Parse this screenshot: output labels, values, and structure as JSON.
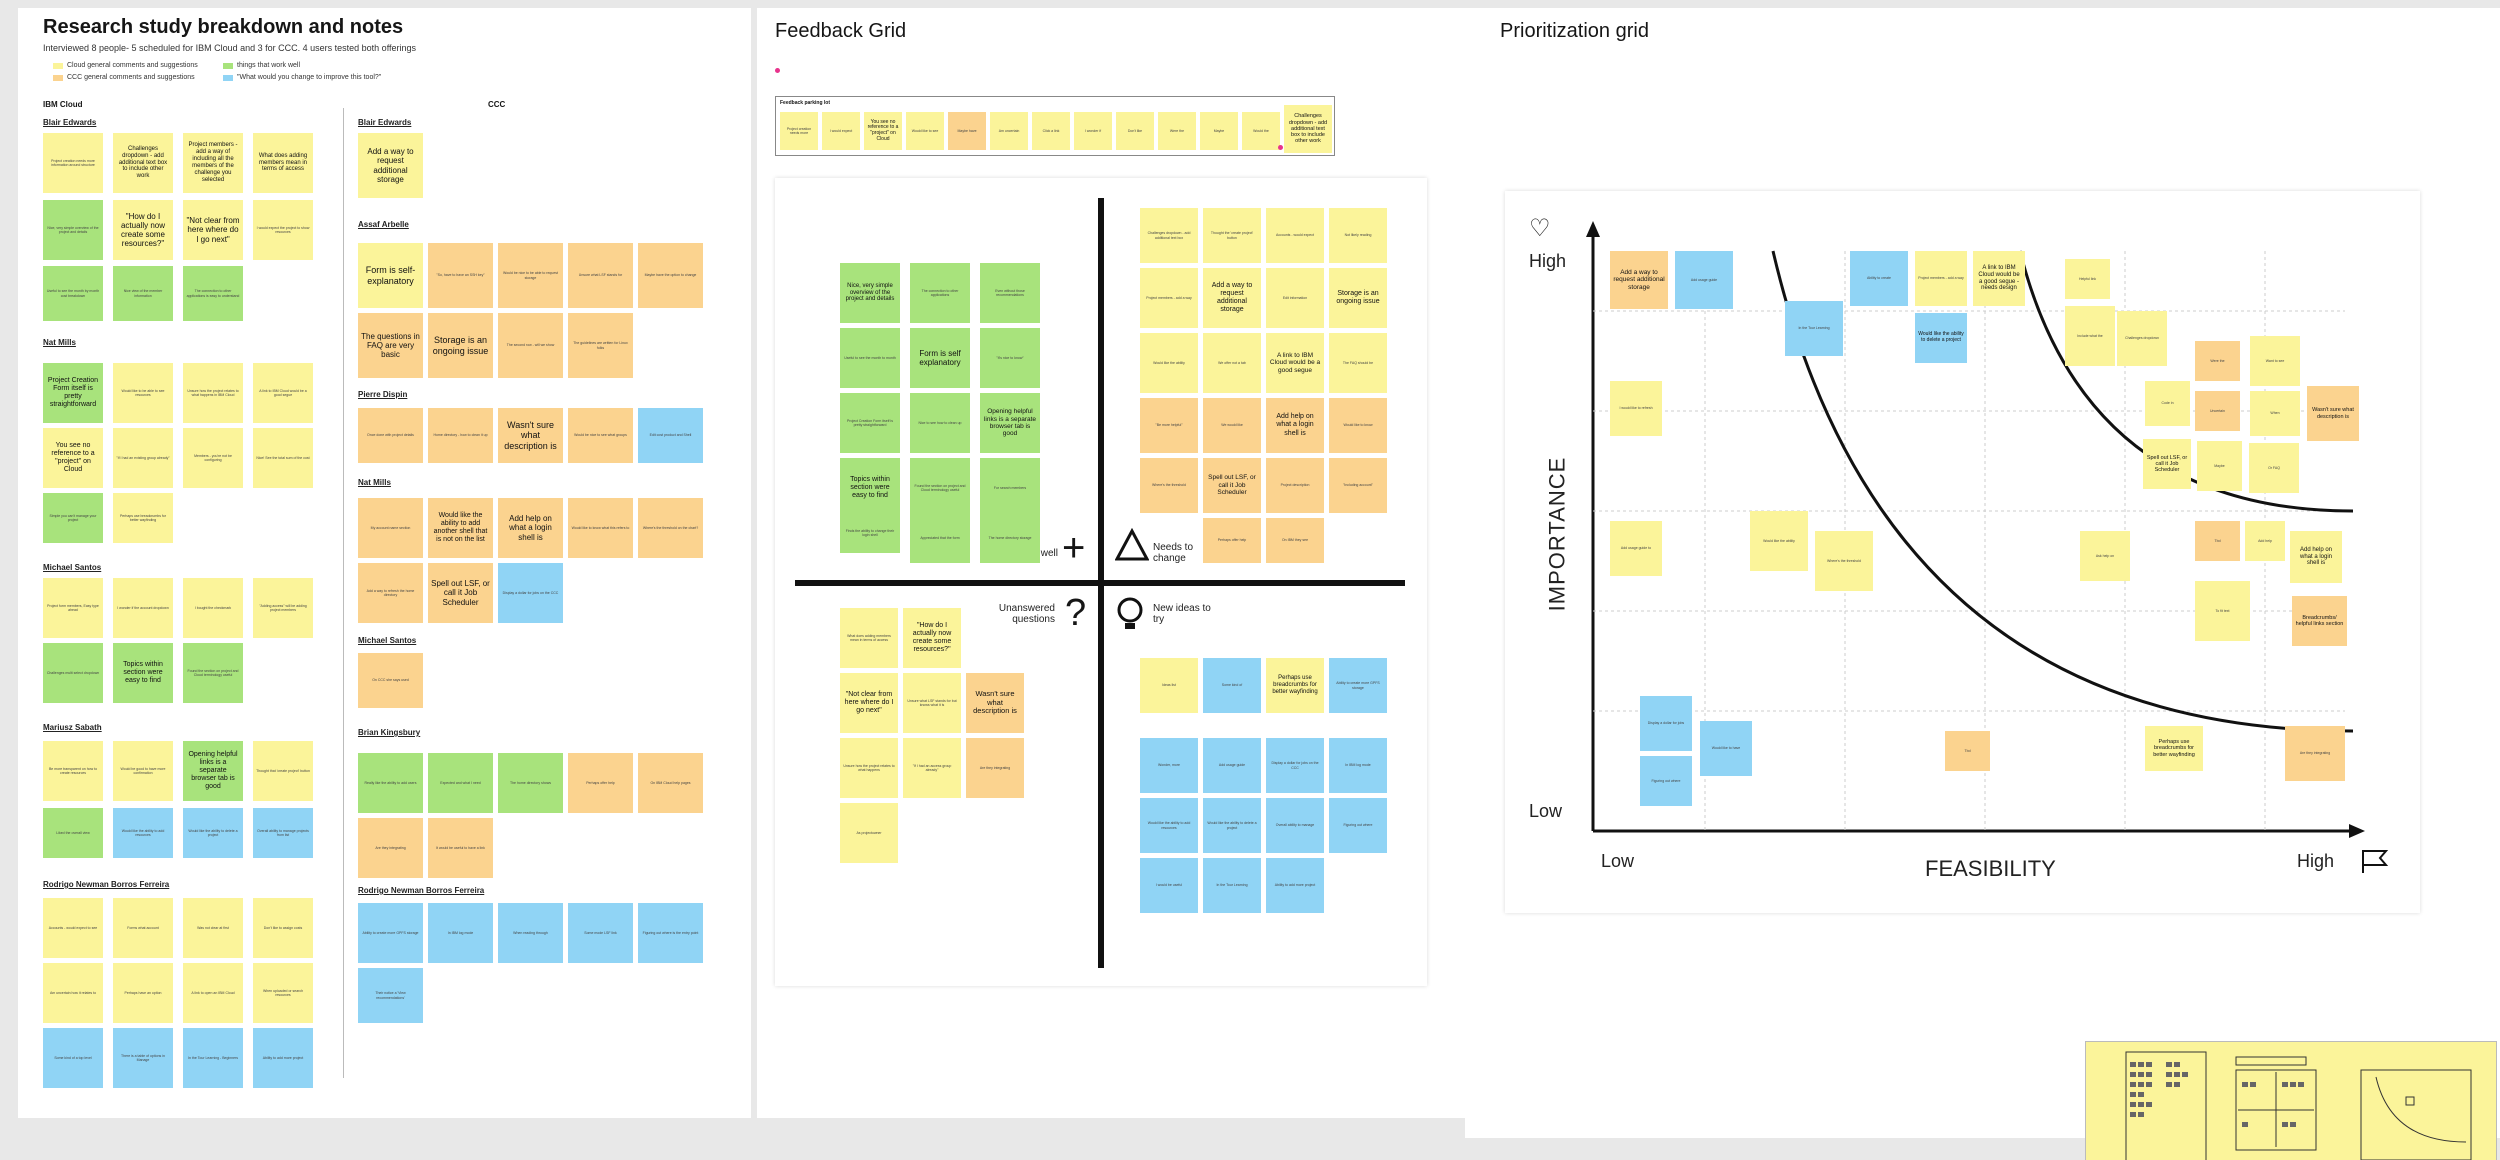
{
  "study": {
    "title": "Research study breakdown and notes",
    "subtitle": "Interviewed 8 people- 5 scheduled for IBM Cloud and 3 for CCC. 4 users tested both offerings",
    "legend": [
      {
        "label": "Cloud general comments and suggestions",
        "color": "#fbf49a"
      },
      {
        "label": "CCC general comments and suggestions",
        "color": "#fbd38f"
      },
      {
        "label": "things that work well",
        "color": "#a8e37c"
      },
      {
        "label": "\"What would you change to improve this tool?\"",
        "color": "#90d4f5"
      }
    ],
    "col_ibm": "IBM Cloud",
    "col_ccc": "CCC",
    "ibm_names": [
      "Blair Edwards",
      "Nat Mills",
      "Michael Santos",
      "Mariusz Sabath",
      "Rodrigo Newman Borros Ferreira"
    ],
    "ccc_names": [
      "Blair Edwards",
      "Assaf Arbelle",
      "Pierre Dispin",
      "Nat Mills",
      "Michael Santos",
      "Brian Kingsbury",
      "Rodrigo Newman Borros Ferreira"
    ],
    "ibm_notes": {
      "n1": "Challenges dropdown - add additional text box to include other work",
      "n2": "Project members - add a way of including all the members of the challenge you selected",
      "n3": "What does adding members mean in terms of access",
      "n4": "\"How do I actually now create some resources?\"",
      "n5": "\"Not clear from here where do I go next\"",
      "n6": "Project Creation Form itself is pretty straightforward",
      "n7": "You see no reference to a \"project\" on Cloud",
      "n8": "Topics within section were easy to find",
      "n9": "Opening helpful links is a separate browser tab is good"
    },
    "ccc_notes": {
      "c1": "Add a way to request additional storage",
      "c2": "Form is self-explanatory",
      "c3": "The questions in FAQ are very basic",
      "c4": "Storage is an ongoing issue",
      "c5": "Wasn't sure what description is",
      "c6": "Would like the ability to add another shell that is not on the list",
      "c7": "Add help on what a login shell is",
      "c8": "Spell out LSF, or call it Job Scheduler"
    }
  },
  "feedback": {
    "title": "Feedback Grid",
    "parking_lot": "Feedback parking lot",
    "parking_note": "Challenges dropdown - add additional text box to include other work",
    "parking_ref": "You see no reference to a \"project\" on Cloud",
    "q1": "Worked well",
    "q2": "Needs to change",
    "q3": "Unanswered questions",
    "q4": "New ideas to try",
    "notes": {
      "f1": "Nice, very simple overview of the project and details",
      "f2": "Form is self explanatory",
      "f3": "Opening helpful links is a separate browser tab is good",
      "f4": "Topics within section were easy to find",
      "f5": "Add a way to request additional storage",
      "f6": "Storage is an ongoing issue",
      "f7": "A link to IBM Cloud would be a good segue",
      "f8": "Add help on what a login shell is",
      "f9": "Spell out LSF, or call it Job Scheduler",
      "f10": "\"How do I actually now create some resources?\"",
      "f11": "\"Not clear from here where do I go next\"",
      "f12": "Wasn't sure what description is",
      "f13": "Perhaps use breadcrumbs for better wayfinding"
    }
  },
  "prioritization": {
    "title": "Prioritization grid",
    "y_axis": "IMPORTANCE",
    "x_axis": "FEASIBILITY",
    "y_high": "High",
    "y_low": "Low",
    "x_low": "Low",
    "x_high": "High",
    "notes": {
      "p1": "Add a way to request additional storage",
      "p2": "A link to IBM Cloud would be a good segue - needs design",
      "p3": "Add help on what a login shell is",
      "p4": "Spell out LSF, or call it Job Scheduler",
      "p5": "Wasn't sure what description is",
      "p6": "Perhaps use breadcrumbs for better wayfinding",
      "p7": "Would like the ability to delete a project",
      "p8": "Breadcrumbs/ helpful links section"
    }
  }
}
